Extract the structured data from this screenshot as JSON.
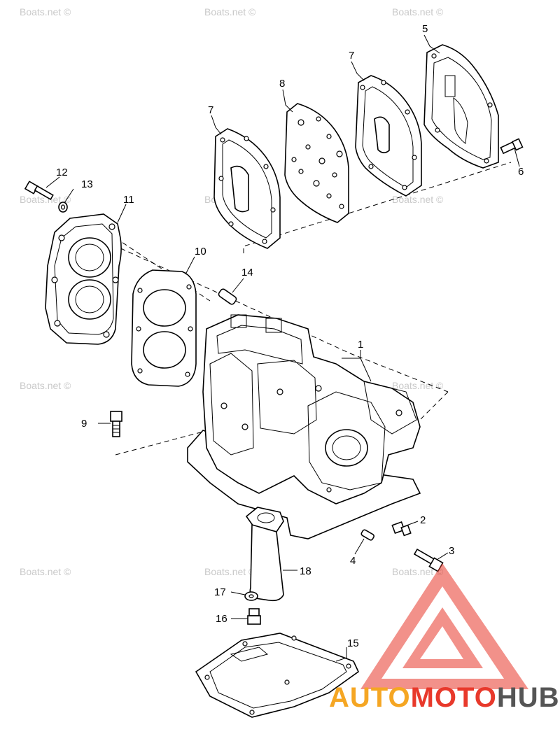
{
  "watermark": {
    "text": "Boats.net ©"
  },
  "callouts": [
    {
      "id": "c1",
      "number": "1"
    },
    {
      "id": "c2",
      "number": "2"
    },
    {
      "id": "c3",
      "number": "3"
    },
    {
      "id": "c4",
      "number": "4"
    },
    {
      "id": "c5",
      "number": "5"
    },
    {
      "id": "c6",
      "number": "6"
    },
    {
      "id": "c7a",
      "number": "7"
    },
    {
      "id": "c7b",
      "number": "7"
    },
    {
      "id": "c8",
      "number": "8"
    },
    {
      "id": "c9",
      "number": "9"
    },
    {
      "id": "c10",
      "number": "10"
    },
    {
      "id": "c11",
      "number": "11"
    },
    {
      "id": "c12",
      "number": "12"
    },
    {
      "id": "c13",
      "number": "13"
    },
    {
      "id": "c14",
      "number": "14"
    },
    {
      "id": "c15",
      "number": "15"
    },
    {
      "id": "c16",
      "number": "16"
    },
    {
      "id": "c17",
      "number": "17"
    },
    {
      "id": "c18",
      "number": "18"
    }
  ],
  "logo": {
    "part1": "AUTO",
    "part2": "MOTO",
    "part3": "HUB",
    "colors": {
      "triangle": "#e8392b",
      "auto": "#f5a623",
      "moto": "#e8392b",
      "hub": "#555555"
    }
  }
}
